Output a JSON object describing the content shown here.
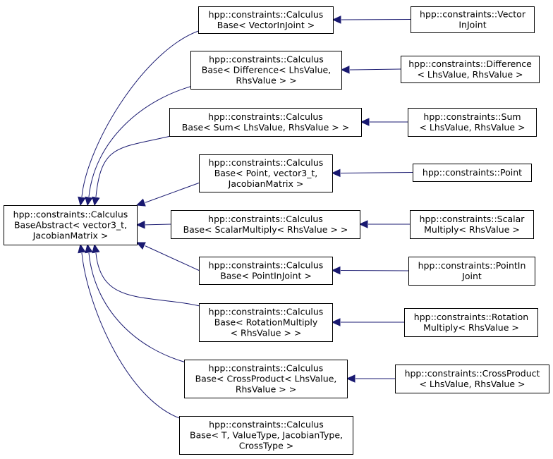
{
  "diagram": {
    "nodes": [
      {
        "id": "root",
        "lines": [
          "hpp::constraints::Calculus",
          "BaseAbstract< vector3_t,",
          "JacobianMatrix >"
        ]
      },
      {
        "id": "cb-vectorinjoint",
        "lines": [
          "hpp::constraints::Calculus",
          "Base< VectorInJoint >"
        ]
      },
      {
        "id": "cb-difference",
        "lines": [
          "hpp::constraints::Calculus",
          "Base< Difference< LhsValue,",
          "RhsValue > >"
        ]
      },
      {
        "id": "cb-sum",
        "lines": [
          "hpp::constraints::Calculus",
          "Base< Sum< LhsValue, RhsValue > >"
        ]
      },
      {
        "id": "cb-point",
        "lines": [
          "hpp::constraints::Calculus",
          "Base< Point, vector3_t,",
          "JacobianMatrix >"
        ]
      },
      {
        "id": "cb-scalarmultiply",
        "lines": [
          "hpp::constraints::Calculus",
          "Base< ScalarMultiply< RhsValue > >"
        ]
      },
      {
        "id": "cb-pointinjoint",
        "lines": [
          "hpp::constraints::Calculus",
          "Base< PointInJoint >"
        ]
      },
      {
        "id": "cb-rotationmultiply",
        "lines": [
          "hpp::constraints::Calculus",
          "Base< RotationMultiply",
          "< RhsValue > >"
        ]
      },
      {
        "id": "cb-crossproduct",
        "lines": [
          "hpp::constraints::Calculus",
          "Base< CrossProduct< LhsValue,",
          "RhsValue > >"
        ]
      },
      {
        "id": "cb-generic",
        "lines": [
          "hpp::constraints::Calculus",
          "Base< T, ValueType, JacobianType,",
          "CrossType >"
        ]
      },
      {
        "id": "vectorinjoint",
        "lines": [
          "hpp::constraints::Vector",
          "InJoint"
        ]
      },
      {
        "id": "difference",
        "lines": [
          "hpp::constraints::Difference",
          "< LhsValue, RhsValue >"
        ]
      },
      {
        "id": "sum",
        "lines": [
          "hpp::constraints::Sum",
          "< LhsValue, RhsValue >"
        ]
      },
      {
        "id": "point",
        "lines": [
          "hpp::constraints::Point"
        ]
      },
      {
        "id": "scalarmultiply",
        "lines": [
          "hpp::constraints::Scalar",
          "Multiply< RhsValue >"
        ]
      },
      {
        "id": "pointinjoint",
        "lines": [
          "hpp::constraints::PointIn",
          "Joint"
        ]
      },
      {
        "id": "rotationmultiply",
        "lines": [
          "hpp::constraints::Rotation",
          "Multiply< RhsValue >"
        ]
      },
      {
        "id": "crossproduct",
        "lines": [
          "hpp::constraints::CrossProduct",
          "< LhsValue, RhsValue >"
        ]
      }
    ],
    "edges": [
      {
        "from": "cb-vectorinjoint",
        "to": "root"
      },
      {
        "from": "cb-difference",
        "to": "root"
      },
      {
        "from": "cb-sum",
        "to": "root"
      },
      {
        "from": "cb-point",
        "to": "root"
      },
      {
        "from": "cb-scalarmultiply",
        "to": "root"
      },
      {
        "from": "cb-pointinjoint",
        "to": "root"
      },
      {
        "from": "cb-rotationmultiply",
        "to": "root"
      },
      {
        "from": "cb-crossproduct",
        "to": "root"
      },
      {
        "from": "cb-generic",
        "to": "root"
      },
      {
        "from": "vectorinjoint",
        "to": "cb-vectorinjoint"
      },
      {
        "from": "difference",
        "to": "cb-difference"
      },
      {
        "from": "sum",
        "to": "cb-sum"
      },
      {
        "from": "point",
        "to": "cb-point"
      },
      {
        "from": "scalarmultiply",
        "to": "cb-scalarmultiply"
      },
      {
        "from": "pointinjoint",
        "to": "cb-pointinjoint"
      },
      {
        "from": "rotationmultiply",
        "to": "cb-rotationmultiply"
      },
      {
        "from": "crossproduct",
        "to": "cb-crossproduct"
      }
    ],
    "colors": {
      "edge": "#191970",
      "box_stroke": "#000000",
      "box_fill": "#ffffff",
      "text": "#000000"
    }
  }
}
